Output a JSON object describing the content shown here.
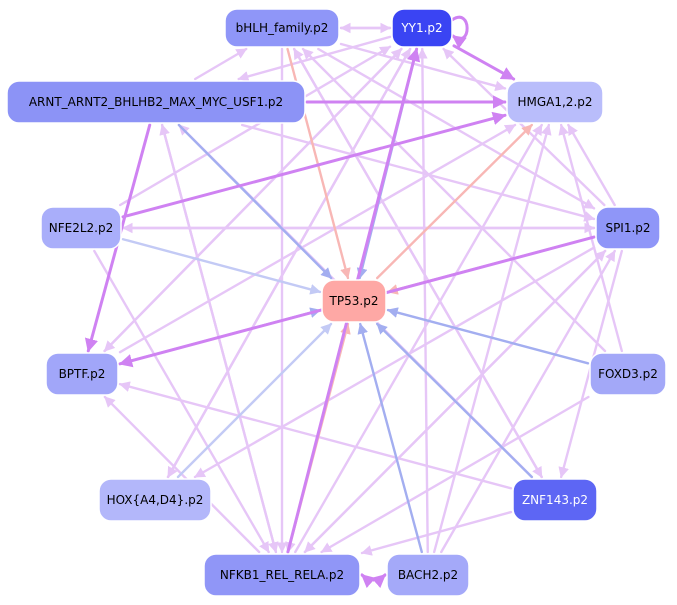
{
  "colors": {
    "edge_light": "#e6c6f7",
    "edge_magenta": "#cf82f2",
    "edge_blue": "#a3aef0",
    "edge_blue_light": "#c3caf5",
    "edge_salmon": "#f8b7b5",
    "node_border": "#ffffff"
  },
  "nodes": [
    {
      "id": "bhlh",
      "label": "bHLH_family.p2",
      "fill": "#8f96f8",
      "text": "#000000"
    },
    {
      "id": "yy1",
      "label": "YY1.p2",
      "fill": "#3a44f3",
      "text": "#ffffff"
    },
    {
      "id": "arnt",
      "label": "ARNT_ARNT2_BHLHB2_MAX_MYC_USF1.p2",
      "fill": "#8c93f6",
      "text": "#000000"
    },
    {
      "id": "hmga",
      "label": "HMGA1,2.p2",
      "fill": "#b9bdfb",
      "text": "#000000"
    },
    {
      "id": "nfe2l2",
      "label": "NFE2L2.p2",
      "fill": "#a9aefa",
      "text": "#000000"
    },
    {
      "id": "spi1",
      "label": "SPI1.p2",
      "fill": "#8f96f8",
      "text": "#000000"
    },
    {
      "id": "tp53",
      "label": "TP53.p2",
      "fill": "#fea8a5",
      "text": "#000000"
    },
    {
      "id": "bptf",
      "label": "BPTF.p2",
      "fill": "#a1a6f9",
      "text": "#000000"
    },
    {
      "id": "foxd3",
      "label": "FOXD3.p2",
      "fill": "#a3a8f8",
      "text": "#000000"
    },
    {
      "id": "hox",
      "label": "HOX{A4,D4}.p2",
      "fill": "#b3b7fa",
      "text": "#000000"
    },
    {
      "id": "znf143",
      "label": "ZNF143.p2",
      "fill": "#5d66f4",
      "text": "#ffffff"
    },
    {
      "id": "nfkb1",
      "label": "NFKB1_REL_RELA.p2",
      "fill": "#9096f7",
      "text": "#000000"
    },
    {
      "id": "bach2",
      "label": "BACH2.p2",
      "fill": "#a4a9f9",
      "text": "#000000"
    }
  ],
  "edges": [
    {
      "s": "yy1",
      "t": "yy1",
      "c": "edge_magenta",
      "loop": true
    },
    {
      "s": "yy1",
      "t": "hmga",
      "c": "edge_magenta"
    },
    {
      "s": "yy1",
      "t": "tp53",
      "c": "edge_blue"
    },
    {
      "s": "yy1",
      "t": "bhlh",
      "c": "edge_light"
    },
    {
      "s": "yy1",
      "t": "arnt",
      "c": "edge_light"
    },
    {
      "s": "yy1",
      "t": "bptf",
      "c": "edge_light"
    },
    {
      "s": "yy1",
      "t": "hox",
      "c": "edge_light"
    },
    {
      "s": "yy1",
      "t": "nfkb1",
      "c": "edge_light"
    },
    {
      "s": "bhlh",
      "t": "yy1",
      "c": "edge_light"
    },
    {
      "s": "bhlh",
      "t": "tp53",
      "c": "edge_salmon"
    },
    {
      "s": "bhlh",
      "t": "hmga",
      "c": "edge_light"
    },
    {
      "s": "bhlh",
      "t": "spi1",
      "c": "edge_light"
    },
    {
      "s": "bhlh",
      "t": "nfkb1",
      "c": "edge_light"
    },
    {
      "s": "bhlh",
      "t": "znf143",
      "c": "edge_light"
    },
    {
      "s": "arnt",
      "t": "hmga",
      "c": "edge_magenta"
    },
    {
      "s": "arnt",
      "t": "tp53",
      "c": "edge_blue"
    },
    {
      "s": "arnt",
      "t": "bptf",
      "c": "edge_magenta"
    },
    {
      "s": "arnt",
      "t": "bhlh",
      "c": "edge_light"
    },
    {
      "s": "arnt",
      "t": "nfkb1",
      "c": "edge_light"
    },
    {
      "s": "arnt",
      "t": "spi1",
      "c": "edge_light"
    },
    {
      "s": "nfe2l2",
      "t": "hmga",
      "c": "edge_magenta"
    },
    {
      "s": "nfe2l2",
      "t": "tp53",
      "c": "edge_blue_light"
    },
    {
      "s": "nfe2l2",
      "t": "spi1",
      "c": "edge_light"
    },
    {
      "s": "nfe2l2",
      "t": "nfkb1",
      "c": "edge_light"
    },
    {
      "s": "nfe2l2",
      "t": "yy1",
      "c": "edge_light"
    },
    {
      "s": "spi1",
      "t": "bptf",
      "c": "edge_magenta"
    },
    {
      "s": "spi1",
      "t": "tp53",
      "c": "edge_salmon"
    },
    {
      "s": "spi1",
      "t": "hmga",
      "c": "edge_light"
    },
    {
      "s": "spi1",
      "t": "nfe2l2",
      "c": "edge_light"
    },
    {
      "s": "spi1",
      "t": "hox",
      "c": "edge_light"
    },
    {
      "s": "spi1",
      "t": "nfkb1",
      "c": "edge_light"
    },
    {
      "s": "spi1",
      "t": "yy1",
      "c": "edge_light"
    },
    {
      "s": "spi1",
      "t": "znf143",
      "c": "edge_light"
    },
    {
      "s": "tp53",
      "t": "hmga",
      "c": "edge_salmon"
    },
    {
      "s": "bptf",
      "t": "tp53",
      "c": "edge_blue"
    },
    {
      "s": "bptf",
      "t": "hmga",
      "c": "edge_light"
    },
    {
      "s": "bptf",
      "t": "yy1",
      "c": "edge_light"
    },
    {
      "s": "foxd3",
      "t": "tp53",
      "c": "edge_blue"
    },
    {
      "s": "foxd3",
      "t": "hmga",
      "c": "edge_light"
    },
    {
      "s": "foxd3",
      "t": "bhlh",
      "c": "edge_light"
    },
    {
      "s": "foxd3",
      "t": "nfkb1",
      "c": "edge_light"
    },
    {
      "s": "hox",
      "t": "tp53",
      "c": "edge_blue_light"
    },
    {
      "s": "hox",
      "t": "yy1",
      "c": "edge_light"
    },
    {
      "s": "znf143",
      "t": "tp53",
      "c": "edge_blue"
    },
    {
      "s": "znf143",
      "t": "bptf",
      "c": "edge_light"
    },
    {
      "s": "znf143",
      "t": "bhlh",
      "c": "edge_light"
    },
    {
      "s": "znf143",
      "t": "arnt",
      "c": "edge_light"
    },
    {
      "s": "znf143",
      "t": "nfkb1",
      "c": "edge_light"
    },
    {
      "s": "nfkb1",
      "t": "tp53",
      "c": "edge_salmon"
    },
    {
      "s": "nfkb1",
      "t": "yy1",
      "c": "edge_magenta"
    },
    {
      "s": "nfkb1",
      "t": "bach2",
      "c": "edge_magenta",
      "curve": -10
    },
    {
      "s": "nfkb1",
      "t": "hmga",
      "c": "edge_light"
    },
    {
      "s": "nfkb1",
      "t": "spi1",
      "c": "edge_light"
    },
    {
      "s": "nfkb1",
      "t": "bptf",
      "c": "edge_light"
    },
    {
      "s": "nfkb1",
      "t": "arnt",
      "c": "edge_light"
    },
    {
      "s": "bach2",
      "t": "tp53",
      "c": "edge_blue"
    },
    {
      "s": "bach2",
      "t": "nfkb1",
      "c": "edge_magenta",
      "curve": -10
    },
    {
      "s": "bach2",
      "t": "yy1",
      "c": "edge_light"
    },
    {
      "s": "bach2",
      "t": "hmga",
      "c": "edge_light"
    },
    {
      "s": "bach2",
      "t": "spi1",
      "c": "edge_light"
    }
  ]
}
